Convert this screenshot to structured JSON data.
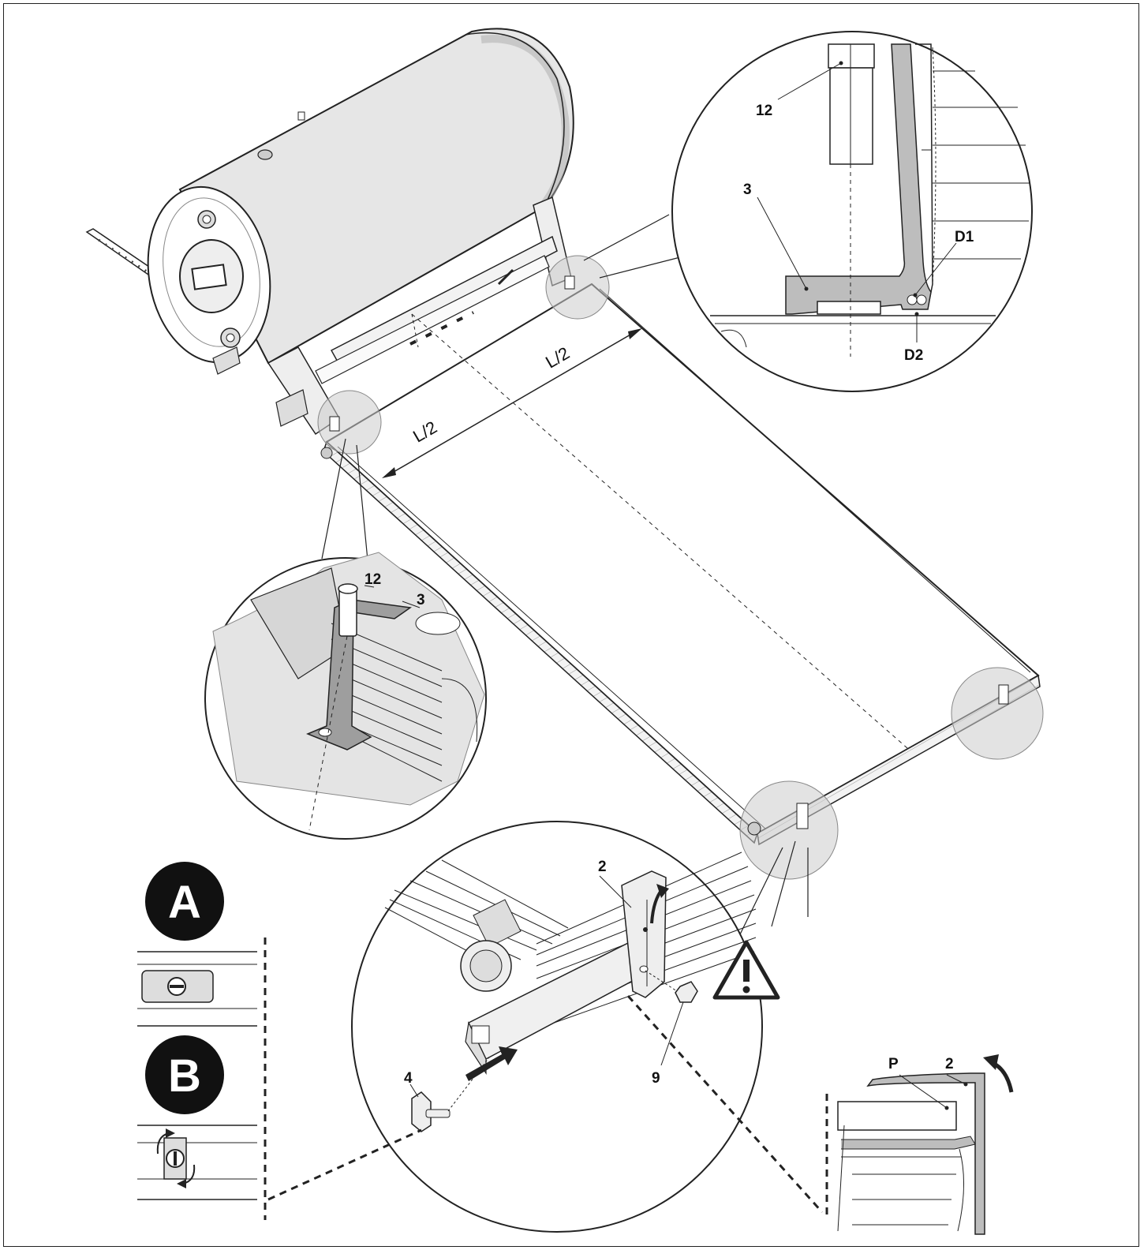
{
  "labels": {
    "top_callout_bolt": "12",
    "top_callout_bracket": "3",
    "top_callout_d1": "D1",
    "top_callout_d2": "D2",
    "left_callout_bolt": "12",
    "left_callout_bracket": "3",
    "bottom_callout_clamp": "2",
    "bottom_callout_key": "4",
    "bottom_callout_nut": "9",
    "side_detail_p": "P",
    "side_detail_clamp": "2",
    "dimension_upper": "L/2",
    "dimension_lower": "L/2",
    "step_a": "A",
    "step_b": "B"
  },
  "icons": [
    "warning-triangle-icon",
    "rotate-arrow-icon",
    "screw-slot-horizontal-icon",
    "screw-slot-vertical-icon"
  ]
}
